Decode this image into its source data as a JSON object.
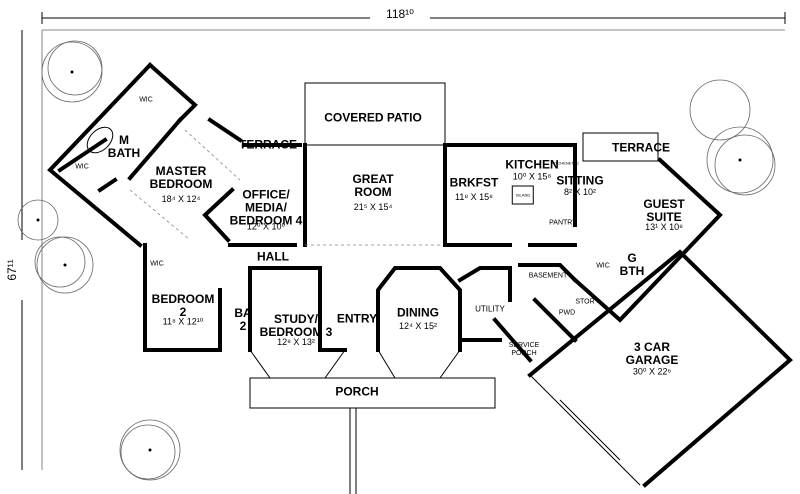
{
  "dimensions": {
    "overall_width": "118¹⁰",
    "overall_depth": "67¹¹"
  },
  "rooms": {
    "covered_patio": {
      "name": "COVERED PATIO"
    },
    "terrace_left": {
      "name": "TERRACE"
    },
    "terrace_right": {
      "name": "TERRACE"
    },
    "m_bath": {
      "name": "M\nBATH"
    },
    "wic_master_1": {
      "name": "WIC"
    },
    "wic_master_2": {
      "name": "WIC"
    },
    "master_bedroom": {
      "name": "MASTER\nBEDROOM",
      "size": "18⁴ X 12⁴"
    },
    "office": {
      "name": "OFFICE/\nMEDIA/\nBEDROOM 4",
      "size": "12⁰ X 10⁰"
    },
    "great_room": {
      "name": "GREAT\nROOM",
      "size": "21⁵ X 15⁴"
    },
    "brkfst": {
      "name": "BRKFST",
      "size": "11⁸ X 15⁸"
    },
    "kitchen": {
      "name": "KITCHEN",
      "size": "10⁰ X 15⁸",
      "island": "ISLAND"
    },
    "kitchenette": {
      "name": "KITCHENETTE"
    },
    "sitting": {
      "name": "SITTING",
      "size": "8² X 10²"
    },
    "guest_suite": {
      "name": "GUEST\nSUITE",
      "size": "13¹ X 10⁸"
    },
    "g_bth": {
      "name": "G\nBTH"
    },
    "wic_guest": {
      "name": "WIC"
    },
    "pantry": {
      "name": "PANTRY"
    },
    "basement": {
      "name": "BASEMENT"
    },
    "stor": {
      "name": "STOR"
    },
    "pwd": {
      "name": "PWD"
    },
    "hall": {
      "name": "HALL"
    },
    "wic_bed2": {
      "name": "WIC"
    },
    "bedroom_2": {
      "name": "BEDROOM\n2",
      "size": "11⁸ X 12¹⁰"
    },
    "ba_2": {
      "name": "BA\n2"
    },
    "study": {
      "name": "STUDY/\nBEDROOM 3",
      "size": "12⁸ X 13²"
    },
    "entry": {
      "name": "ENTRY"
    },
    "dining": {
      "name": "DINING",
      "size": "12⁴ X 15²"
    },
    "utility": {
      "name": "UTILITY"
    },
    "service_porch": {
      "name": "SERVICE\nPORCH"
    },
    "garage": {
      "name": "3 CAR\nGARAGE",
      "size": "30⁰ X 22⁶"
    },
    "porch": {
      "name": "PORCH"
    }
  }
}
